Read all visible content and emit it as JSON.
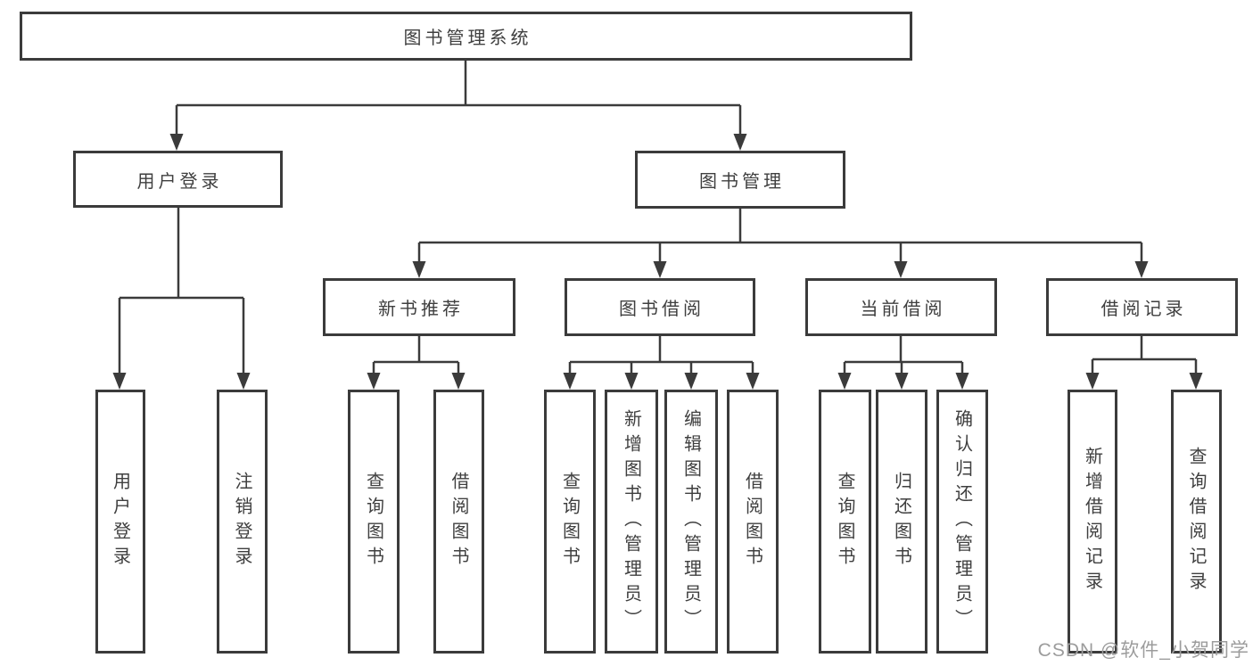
{
  "colors": {
    "border": "#3b3b3b",
    "line": "#3b3b3b",
    "text": "#3f3f3f",
    "watermark": "#9c9c9c",
    "background": "#ffffff"
  },
  "watermark": "CSDN @软件_小贺同学",
  "diagram": {
    "root": {
      "label": "图书管理系统",
      "children": [
        {
          "label": "用户登录",
          "children": [
            {
              "label": "用户登录"
            },
            {
              "label": "注销登录"
            }
          ]
        },
        {
          "label": "图书管理",
          "children": [
            {
              "label": "新书推荐",
              "children": [
                {
                  "label": "查询图书"
                },
                {
                  "label": "借阅图书"
                }
              ]
            },
            {
              "label": "图书借阅",
              "children": [
                {
                  "label": "查询图书"
                },
                {
                  "label": "新增图书（管理员）"
                },
                {
                  "label": "编辑图书（管理员）"
                },
                {
                  "label": "借阅图书"
                }
              ]
            },
            {
              "label": "当前借阅",
              "children": [
                {
                  "label": "查询图书"
                },
                {
                  "label": "归还图书"
                },
                {
                  "label": "确认归还（管理员）"
                }
              ]
            },
            {
              "label": "借阅记录",
              "children": [
                {
                  "label": "新增借阅记录"
                },
                {
                  "label": "查询借阅记录"
                }
              ]
            }
          ]
        }
      ]
    }
  }
}
